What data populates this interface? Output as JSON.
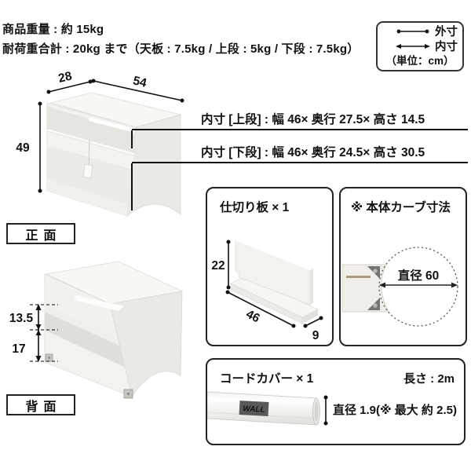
{
  "header": {
    "weight": "商品重量 : 約 15kg",
    "load": "耐荷重合計 : 20kg まで（天板 : 7.5kg / 上段 : 5kg / 下段 : 7.5kg）"
  },
  "legend": {
    "outer": "外寸",
    "inner": "内寸",
    "unit": "（単位：cm）"
  },
  "front_view": {
    "label": "正面",
    "depth": "28",
    "width": "54",
    "height": "49"
  },
  "inner_dims": {
    "upper": "内寸 [上段] : 幅 46× 奥行 27.5× 高さ 14.5",
    "lower": "内寸 [下段] : 幅 46× 奥行 24.5× 高さ 30.5"
  },
  "back_view": {
    "label": "背面",
    "upper_opening": "13.5",
    "lower_panel": "17"
  },
  "divider_box": {
    "title": "仕切り板 × 1",
    "height": "22",
    "width": "46",
    "depth": "9"
  },
  "curve_box": {
    "title": "※ 本体カーブ寸法",
    "diameter": "直径 60"
  },
  "cord_box": {
    "title": "コードカバー × 1",
    "length": "長さ : 2m",
    "diameter": "直径 1.9(※ 最大 約 2.5)",
    "tag": "WALL"
  }
}
